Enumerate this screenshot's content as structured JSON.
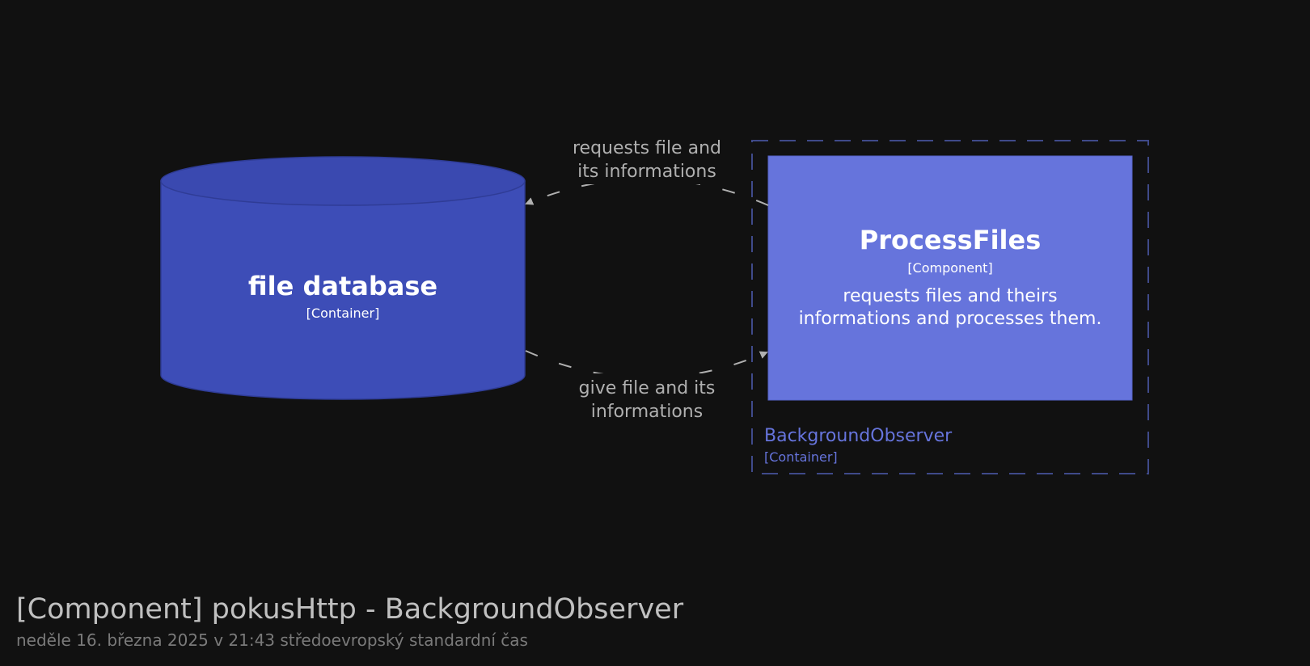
{
  "nodes": {
    "file_database": {
      "name": "file database",
      "type": "[Container]",
      "fill": "#3d4db7",
      "top_fill": "#3a49b0"
    },
    "process_files": {
      "name": "ProcessFiles",
      "type": "[Component]",
      "description_line1": "requests files and theirs",
      "description_line2": "informations and processes them.",
      "fill": "#6674dc"
    }
  },
  "boundary": {
    "name": "BackgroundObserver",
    "type": "[Container]",
    "color": "#6674dc",
    "border_color": "#3f4a8a"
  },
  "relationships": [
    {
      "line1": "requests file and",
      "line2": "its informations"
    },
    {
      "line1": "give file and its",
      "line2": "informations"
    }
  ],
  "edge_color": "#b0b0b0",
  "footer": {
    "title": "[Component] pokusHttp - BackgroundObserver",
    "subtitle": "neděle 16. března 2025 v 21:43 středoevropský standardní čas"
  }
}
